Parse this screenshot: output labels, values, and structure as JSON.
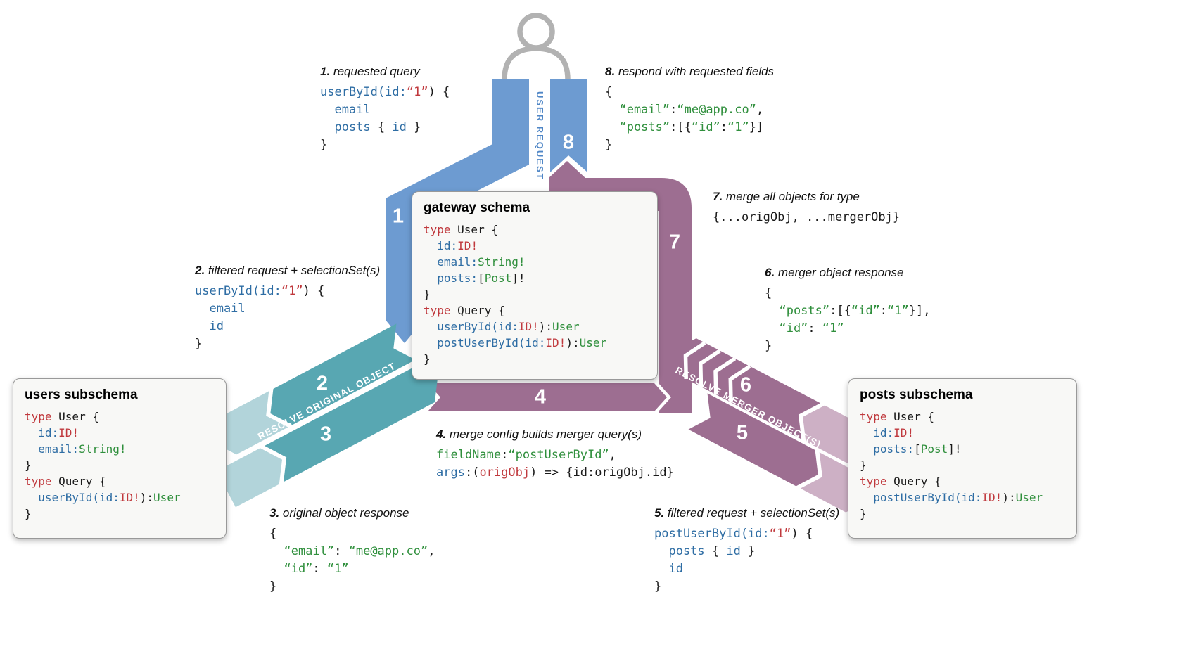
{
  "flow_labels": {
    "user_request": "USER REQUEST",
    "resolve_original": "RESOLVE ORIGINAL OBJECT",
    "resolve_merger": "RESOLVE MERGER OBJECT(S)"
  },
  "badges": {
    "a1": "1",
    "a2": "2",
    "a3": "3",
    "a4": "4",
    "a5": "5",
    "a6": "6",
    "a7": "7",
    "a8": "8"
  },
  "colors": {
    "blue": "#6d9bd1",
    "teal": "#58a7b2",
    "teal_light": "#b2d4da",
    "purple": "#9d6e91",
    "purple_light": "#cdb0c5",
    "icon_gray": "#b2b2b2",
    "white": "#ffffff"
  },
  "boxes": {
    "gateway": {
      "title": "gateway schema",
      "code": [
        [
          [
            "r",
            "type"
          ],
          [
            "d",
            " User {"
          ]
        ],
        [
          [
            "b",
            "  id:"
          ],
          [
            "r",
            "ID!"
          ]
        ],
        [
          [
            "b",
            "  email:"
          ],
          [
            "g",
            "String!"
          ]
        ],
        [
          [
            "b",
            "  posts:"
          ],
          [
            "d",
            "["
          ],
          [
            "g",
            "Post"
          ],
          [
            "d",
            "]!"
          ]
        ],
        [
          [
            "d",
            "}"
          ]
        ],
        [
          [
            "r",
            "type"
          ],
          [
            "d",
            " Query {"
          ]
        ],
        [
          [
            "b",
            "  userById("
          ],
          [
            "b",
            "id:"
          ],
          [
            "r",
            "ID!"
          ],
          [
            "d",
            "):"
          ],
          [
            "g",
            "User"
          ]
        ],
        [
          [
            "b",
            "  postUserById("
          ],
          [
            "b",
            "id:"
          ],
          [
            "r",
            "ID!"
          ],
          [
            "d",
            "):"
          ],
          [
            "g",
            "User"
          ]
        ],
        [
          [
            "d",
            "}"
          ]
        ]
      ]
    },
    "users": {
      "title": "users subschema",
      "code": [
        [
          [
            "r",
            "type"
          ],
          [
            "d",
            " User {"
          ]
        ],
        [
          [
            "b",
            "  id:"
          ],
          [
            "r",
            "ID!"
          ]
        ],
        [
          [
            "b",
            "  email:"
          ],
          [
            "g",
            "String!"
          ]
        ],
        [
          [
            "d",
            "}"
          ]
        ],
        [
          [
            "r",
            "type"
          ],
          [
            "d",
            " Query {"
          ]
        ],
        [
          [
            "b",
            "  userById("
          ],
          [
            "b",
            "id:"
          ],
          [
            "r",
            "ID!"
          ],
          [
            "d",
            "):"
          ],
          [
            "g",
            "User"
          ]
        ],
        [
          [
            "d",
            "}"
          ]
        ]
      ]
    },
    "posts": {
      "title": "posts subschema",
      "code": [
        [
          [
            "r",
            "type"
          ],
          [
            "d",
            " User {"
          ]
        ],
        [
          [
            "b",
            "  id:"
          ],
          [
            "r",
            "ID!"
          ]
        ],
        [
          [
            "b",
            "  posts:"
          ],
          [
            "d",
            "["
          ],
          [
            "g",
            "Post"
          ],
          [
            "d",
            "]!"
          ]
        ],
        [
          [
            "d",
            "}"
          ]
        ],
        [
          [
            "r",
            "type"
          ],
          [
            "d",
            " Query {"
          ]
        ],
        [
          [
            "b",
            "  postUserById("
          ],
          [
            "b",
            "id:"
          ],
          [
            "r",
            "ID!"
          ],
          [
            "d",
            "):"
          ],
          [
            "g",
            "User"
          ]
        ],
        [
          [
            "d",
            "}"
          ]
        ]
      ]
    }
  },
  "steps": {
    "s1": {
      "num": "1.",
      "title": "requested query",
      "code": [
        [
          [
            "b",
            "userById("
          ],
          [
            "b",
            "id:"
          ],
          [
            "r",
            "“1”"
          ],
          [
            "d",
            ") {"
          ]
        ],
        [
          [
            "b",
            "  email"
          ]
        ],
        [
          [
            "b",
            "  posts "
          ],
          [
            "d",
            "{ "
          ],
          [
            "b",
            "id"
          ],
          [
            "d",
            " }"
          ]
        ],
        [
          [
            "d",
            "}"
          ]
        ]
      ]
    },
    "s2": {
      "num": "2.",
      "title": "filtered request + selectionSet(s)",
      "code": [
        [
          [
            "b",
            "userById("
          ],
          [
            "b",
            "id:"
          ],
          [
            "r",
            "“1”"
          ],
          [
            "d",
            ") {"
          ]
        ],
        [
          [
            "b",
            "  email"
          ]
        ],
        [
          [
            "b",
            "  id"
          ]
        ],
        [
          [
            "d",
            "}"
          ]
        ]
      ]
    },
    "s3": {
      "num": "3.",
      "title": "original object response",
      "code": [
        [
          [
            "d",
            "{"
          ]
        ],
        [
          [
            "g",
            "  “email”"
          ],
          [
            "d",
            ": "
          ],
          [
            "g",
            "“me@app.co”"
          ],
          [
            "d",
            ","
          ]
        ],
        [
          [
            "g",
            "  “id”"
          ],
          [
            "d",
            ": "
          ],
          [
            "g",
            "“1”"
          ]
        ],
        [
          [
            "d",
            "}"
          ]
        ]
      ]
    },
    "s4": {
      "num": "4.",
      "title": "merge config builds merger query(s)",
      "code": [
        [
          [
            "g",
            "fieldName"
          ],
          [
            "d",
            ":"
          ],
          [
            "g",
            "“postUserById”"
          ],
          [
            "d",
            ","
          ]
        ],
        [
          [
            "b",
            "args"
          ],
          [
            "d",
            ":("
          ],
          [
            "r",
            "origObj"
          ],
          [
            "d",
            ") => {id:origObj.id}"
          ]
        ]
      ]
    },
    "s5": {
      "num": "5.",
      "title": "filtered request + selectionSet(s)",
      "code": [
        [
          [
            "b",
            "postUserById("
          ],
          [
            "b",
            "id:"
          ],
          [
            "r",
            "“1”"
          ],
          [
            "d",
            ") {"
          ]
        ],
        [
          [
            "b",
            "  posts "
          ],
          [
            "d",
            "{ "
          ],
          [
            "b",
            "id"
          ],
          [
            "d",
            " }"
          ]
        ],
        [
          [
            "b",
            "  id"
          ]
        ],
        [
          [
            "d",
            "}"
          ]
        ]
      ]
    },
    "s6": {
      "num": "6.",
      "title": "merger object response",
      "code": [
        [
          [
            "d",
            "{"
          ]
        ],
        [
          [
            "g",
            "  “posts”"
          ],
          [
            "d",
            ":[{"
          ],
          [
            "g",
            "“id”"
          ],
          [
            "d",
            ":"
          ],
          [
            "g",
            "“1”"
          ],
          [
            "d",
            "}],"
          ]
        ],
        [
          [
            "g",
            "  “id”"
          ],
          [
            "d",
            ": "
          ],
          [
            "g",
            "“1”"
          ]
        ],
        [
          [
            "d",
            "}"
          ]
        ]
      ]
    },
    "s7": {
      "num": "7.",
      "title": "merge all objects for type",
      "code": [
        [
          [
            "d",
            "{...origObj, ...mergerObj}"
          ]
        ]
      ]
    },
    "s8": {
      "num": "8.",
      "title": "respond with requested fields",
      "code": [
        [
          [
            "d",
            "{"
          ]
        ],
        [
          [
            "g",
            "  “email”"
          ],
          [
            "d",
            ":"
          ],
          [
            "g",
            "“me@app.co”"
          ],
          [
            "d",
            ","
          ]
        ],
        [
          [
            "g",
            "  “posts”"
          ],
          [
            "d",
            ":[{"
          ],
          [
            "g",
            "“id”"
          ],
          [
            "d",
            ":"
          ],
          [
            "g",
            "“1”"
          ],
          [
            "d",
            "}]"
          ]
        ],
        [
          [
            "d",
            "}"
          ]
        ]
      ]
    }
  }
}
